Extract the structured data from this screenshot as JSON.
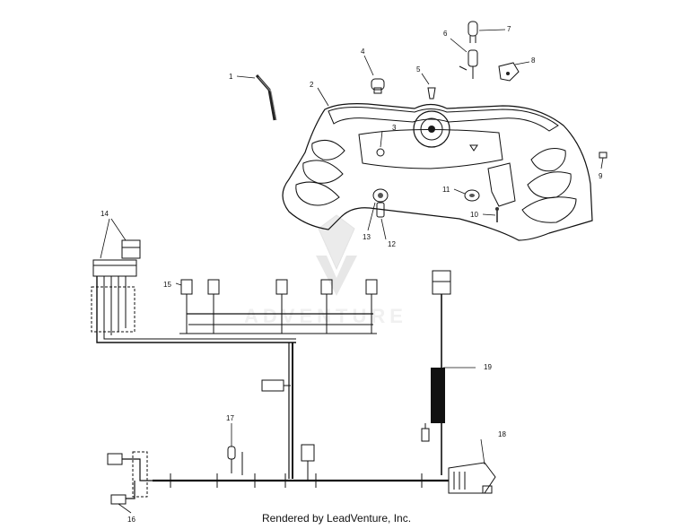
{
  "diagram": {
    "callouts": [
      {
        "id": "c1",
        "text": "1"
      },
      {
        "id": "c2",
        "text": "2"
      },
      {
        "id": "c3",
        "text": "3"
      },
      {
        "id": "c4",
        "text": "4"
      },
      {
        "id": "c5",
        "text": "5"
      },
      {
        "id": "c6",
        "text": "6"
      },
      {
        "id": "c7",
        "text": "7"
      },
      {
        "id": "c8",
        "text": "8"
      },
      {
        "id": "c9",
        "text": "9"
      },
      {
        "id": "c10",
        "text": "10"
      },
      {
        "id": "c11",
        "text": "11"
      },
      {
        "id": "c12",
        "text": "12"
      },
      {
        "id": "c13",
        "text": "13"
      },
      {
        "id": "c14",
        "text": "14"
      },
      {
        "id": "c15",
        "text": "15"
      },
      {
        "id": "c16",
        "text": "16"
      },
      {
        "id": "c17",
        "text": "17"
      },
      {
        "id": "c18",
        "text": "18"
      },
      {
        "id": "c19",
        "text": "19"
      }
    ],
    "watermark": "ADVENTURE",
    "footer": "Rendered by LeadVenture, Inc."
  }
}
